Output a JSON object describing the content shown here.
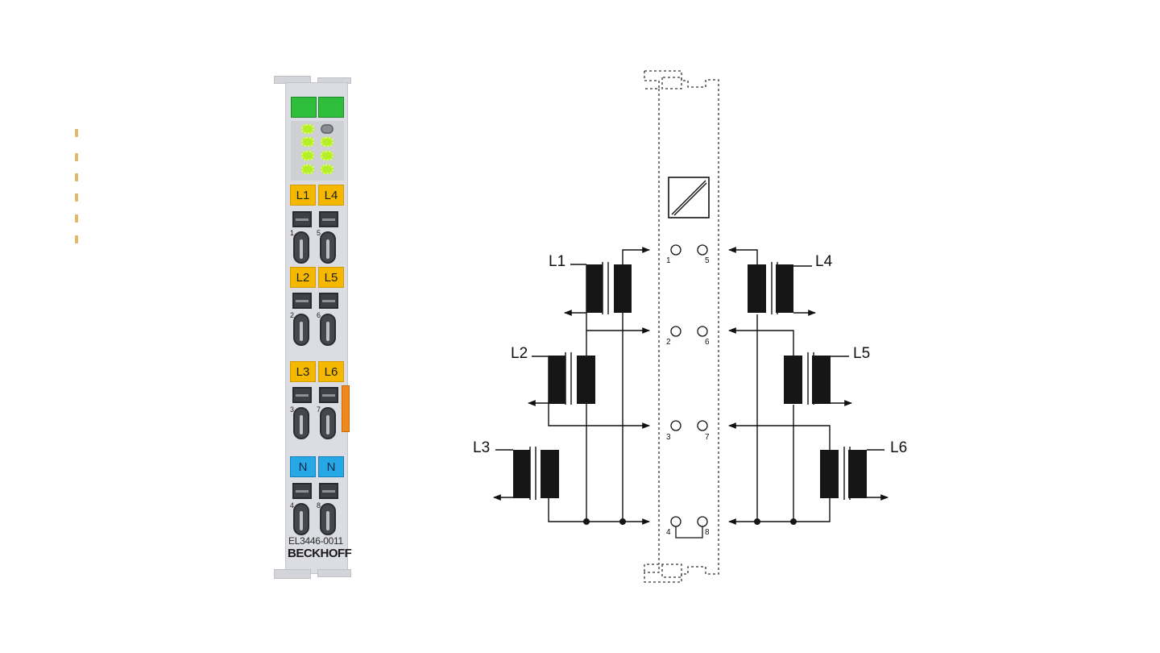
{
  "module": {
    "part_number": "EL3446-0011",
    "brand": "BECKHOFF",
    "terminal_labels": [
      {
        "left": "L1",
        "right": "L4"
      },
      {
        "left": "L2",
        "right": "L5"
      },
      {
        "left": "L3",
        "right": "L6"
      },
      {
        "left": "N",
        "right": "N"
      }
    ],
    "terminal_numbers": [
      {
        "left": "1",
        "right": "5"
      },
      {
        "left": "2",
        "right": "6"
      },
      {
        "left": "3",
        "right": "7"
      },
      {
        "left": "4",
        "right": "8"
      }
    ],
    "colors": {
      "status_led": "#b6ef2a",
      "label_yellow": "#f5b800",
      "label_blue": "#27a8e6",
      "slot_green": "#2fbe3c",
      "tab_orange": "#ee8a1d"
    }
  },
  "schematic": {
    "transformer_labels_left": [
      "L1",
      "L2",
      "L3"
    ],
    "transformer_labels_right": [
      "L4",
      "L5",
      "L6"
    ],
    "contacts_left": [
      "1",
      "2",
      "3",
      "4"
    ],
    "contacts_right": [
      "5",
      "6",
      "7",
      "8"
    ],
    "converter_symbol": "a/d-converter-icon"
  }
}
